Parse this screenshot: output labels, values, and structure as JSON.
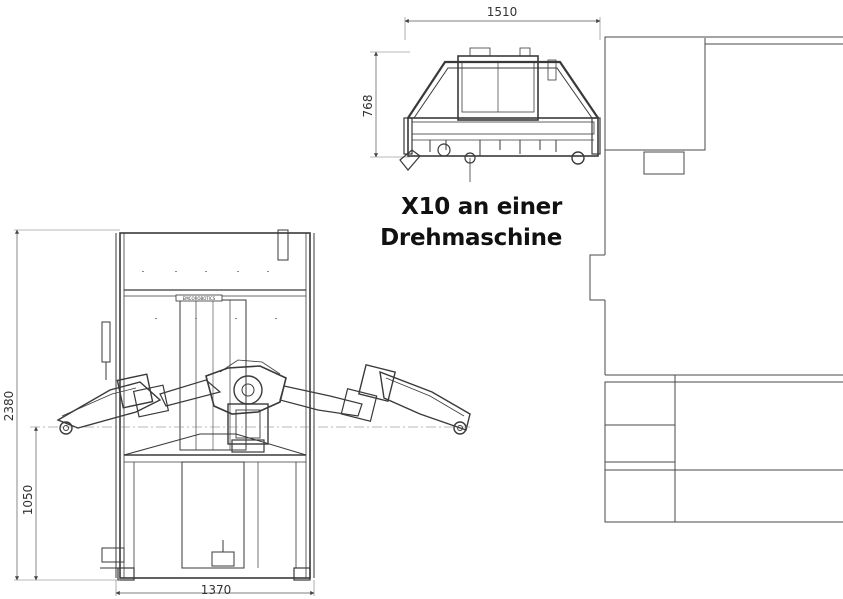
{
  "caption": {
    "line1": "X10 an einer",
    "line2": "Drehmaschine"
  },
  "dimensions": {
    "top_width": "1510",
    "top_height": "768",
    "front_height_total": "2380",
    "front_height_axis": "1050",
    "front_width": "1370"
  },
  "badge": {
    "label": "EMCOROBOTICS"
  },
  "colors": {
    "line": "#3a3a3a",
    "light_line": "#8a8a8a",
    "background": "#ffffff"
  }
}
